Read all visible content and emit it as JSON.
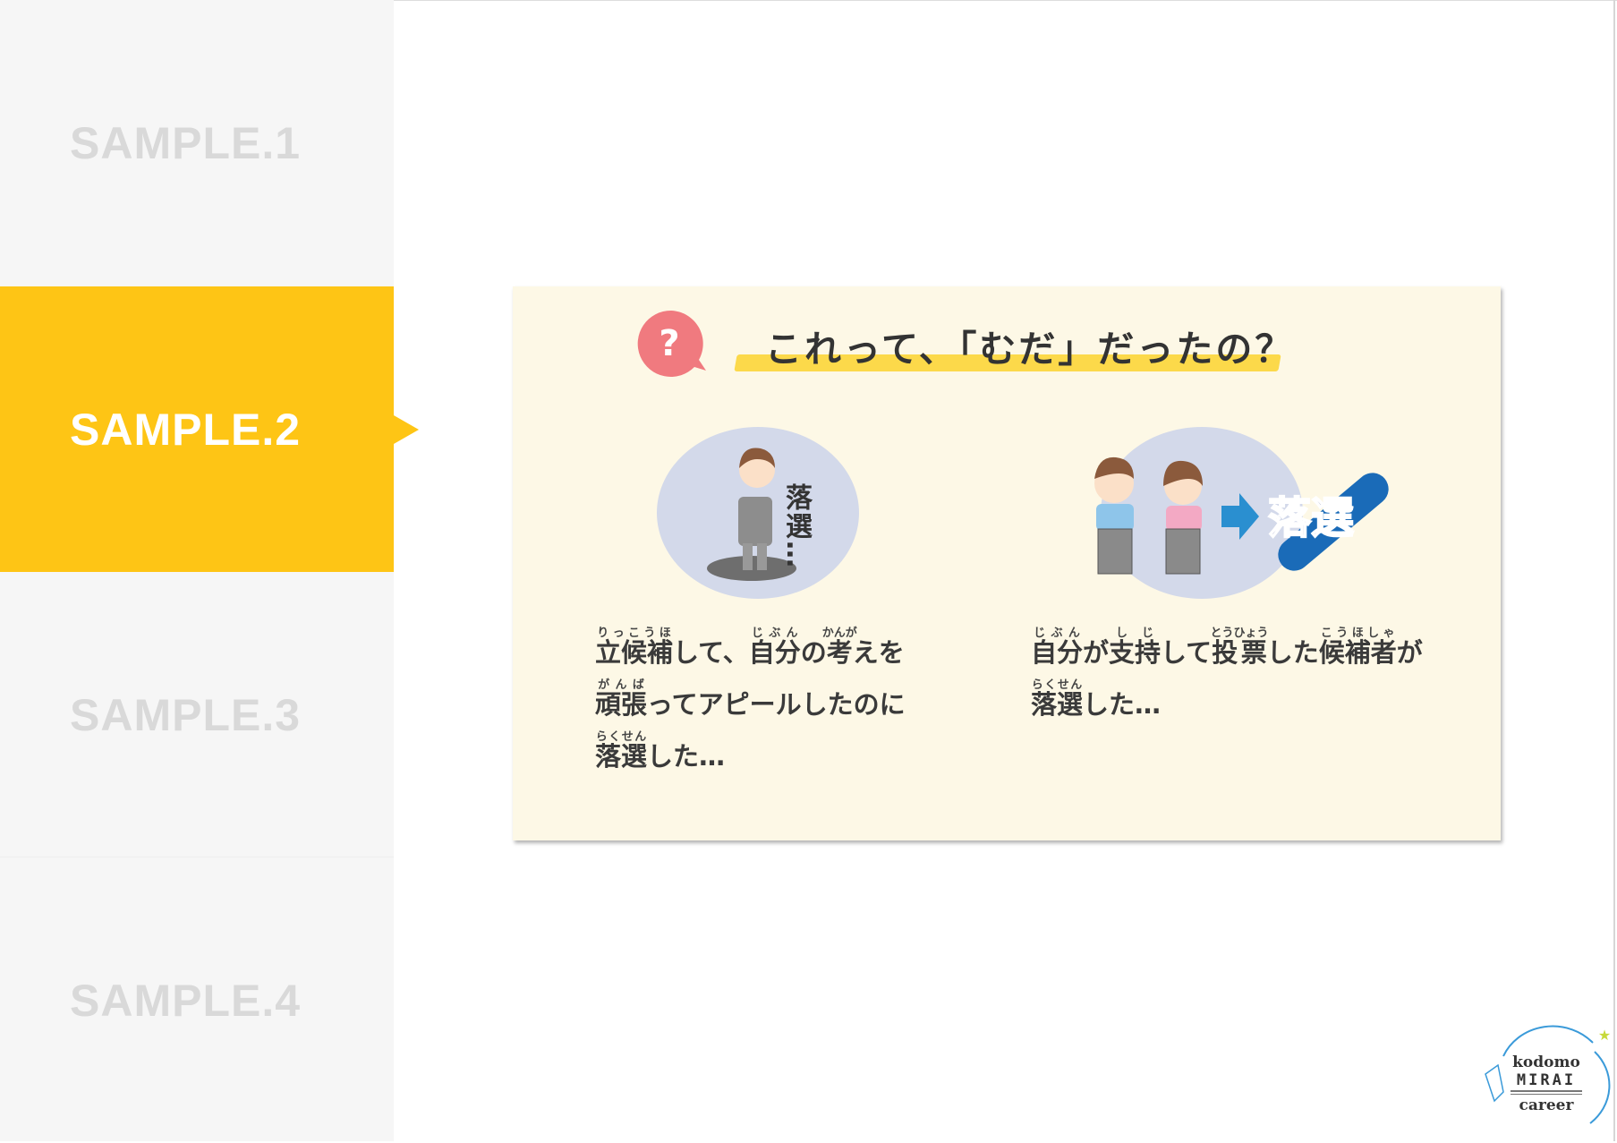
{
  "sidebar": {
    "tabs": [
      {
        "label": "SAMPLE.1",
        "active": false
      },
      {
        "label": "SAMPLE.2",
        "active": true
      },
      {
        "label": "SAMPLE.3",
        "active": false
      },
      {
        "label": "SAMPLE.4",
        "active": false
      }
    ]
  },
  "card": {
    "question_mark": "?",
    "title": "これって、「むだ」だったの？",
    "left_illustration_text": "落選…",
    "right_illustration_text": "落選",
    "left_lines": [
      [
        [
          "立候補",
          "りっこうほ"
        ],
        [
          "して、",
          ""
        ],
        [
          "自分",
          "じぶん"
        ],
        [
          "の",
          ""
        ],
        [
          "考",
          "かんが"
        ],
        [
          "えを",
          ""
        ]
      ],
      [
        [
          "頑張",
          "がんば"
        ],
        [
          "ってアピールしたのに",
          ""
        ]
      ],
      [
        [
          "落選",
          "らくせん"
        ],
        [
          "した…",
          ""
        ]
      ]
    ],
    "right_lines": [
      [
        [
          "自分",
          "じぶん"
        ],
        [
          "が",
          ""
        ],
        [
          "支持",
          "しじ"
        ],
        [
          "して",
          ""
        ],
        [
          "投票",
          "とうひょう"
        ],
        [
          "した",
          ""
        ],
        [
          "候補者",
          "こうほしゃ"
        ],
        [
          "が",
          ""
        ]
      ],
      [
        [
          "落選",
          "らくせん"
        ],
        [
          "した…",
          ""
        ]
      ]
    ]
  },
  "logo": {
    "line1": "kodomo",
    "line2": "MIRAI",
    "line3": "career"
  },
  "colors": {
    "accent": "#fec515",
    "card_bg": "#fdf8e6",
    "bubble": "#f07a7f",
    "highlight": "#fcd94a"
  }
}
